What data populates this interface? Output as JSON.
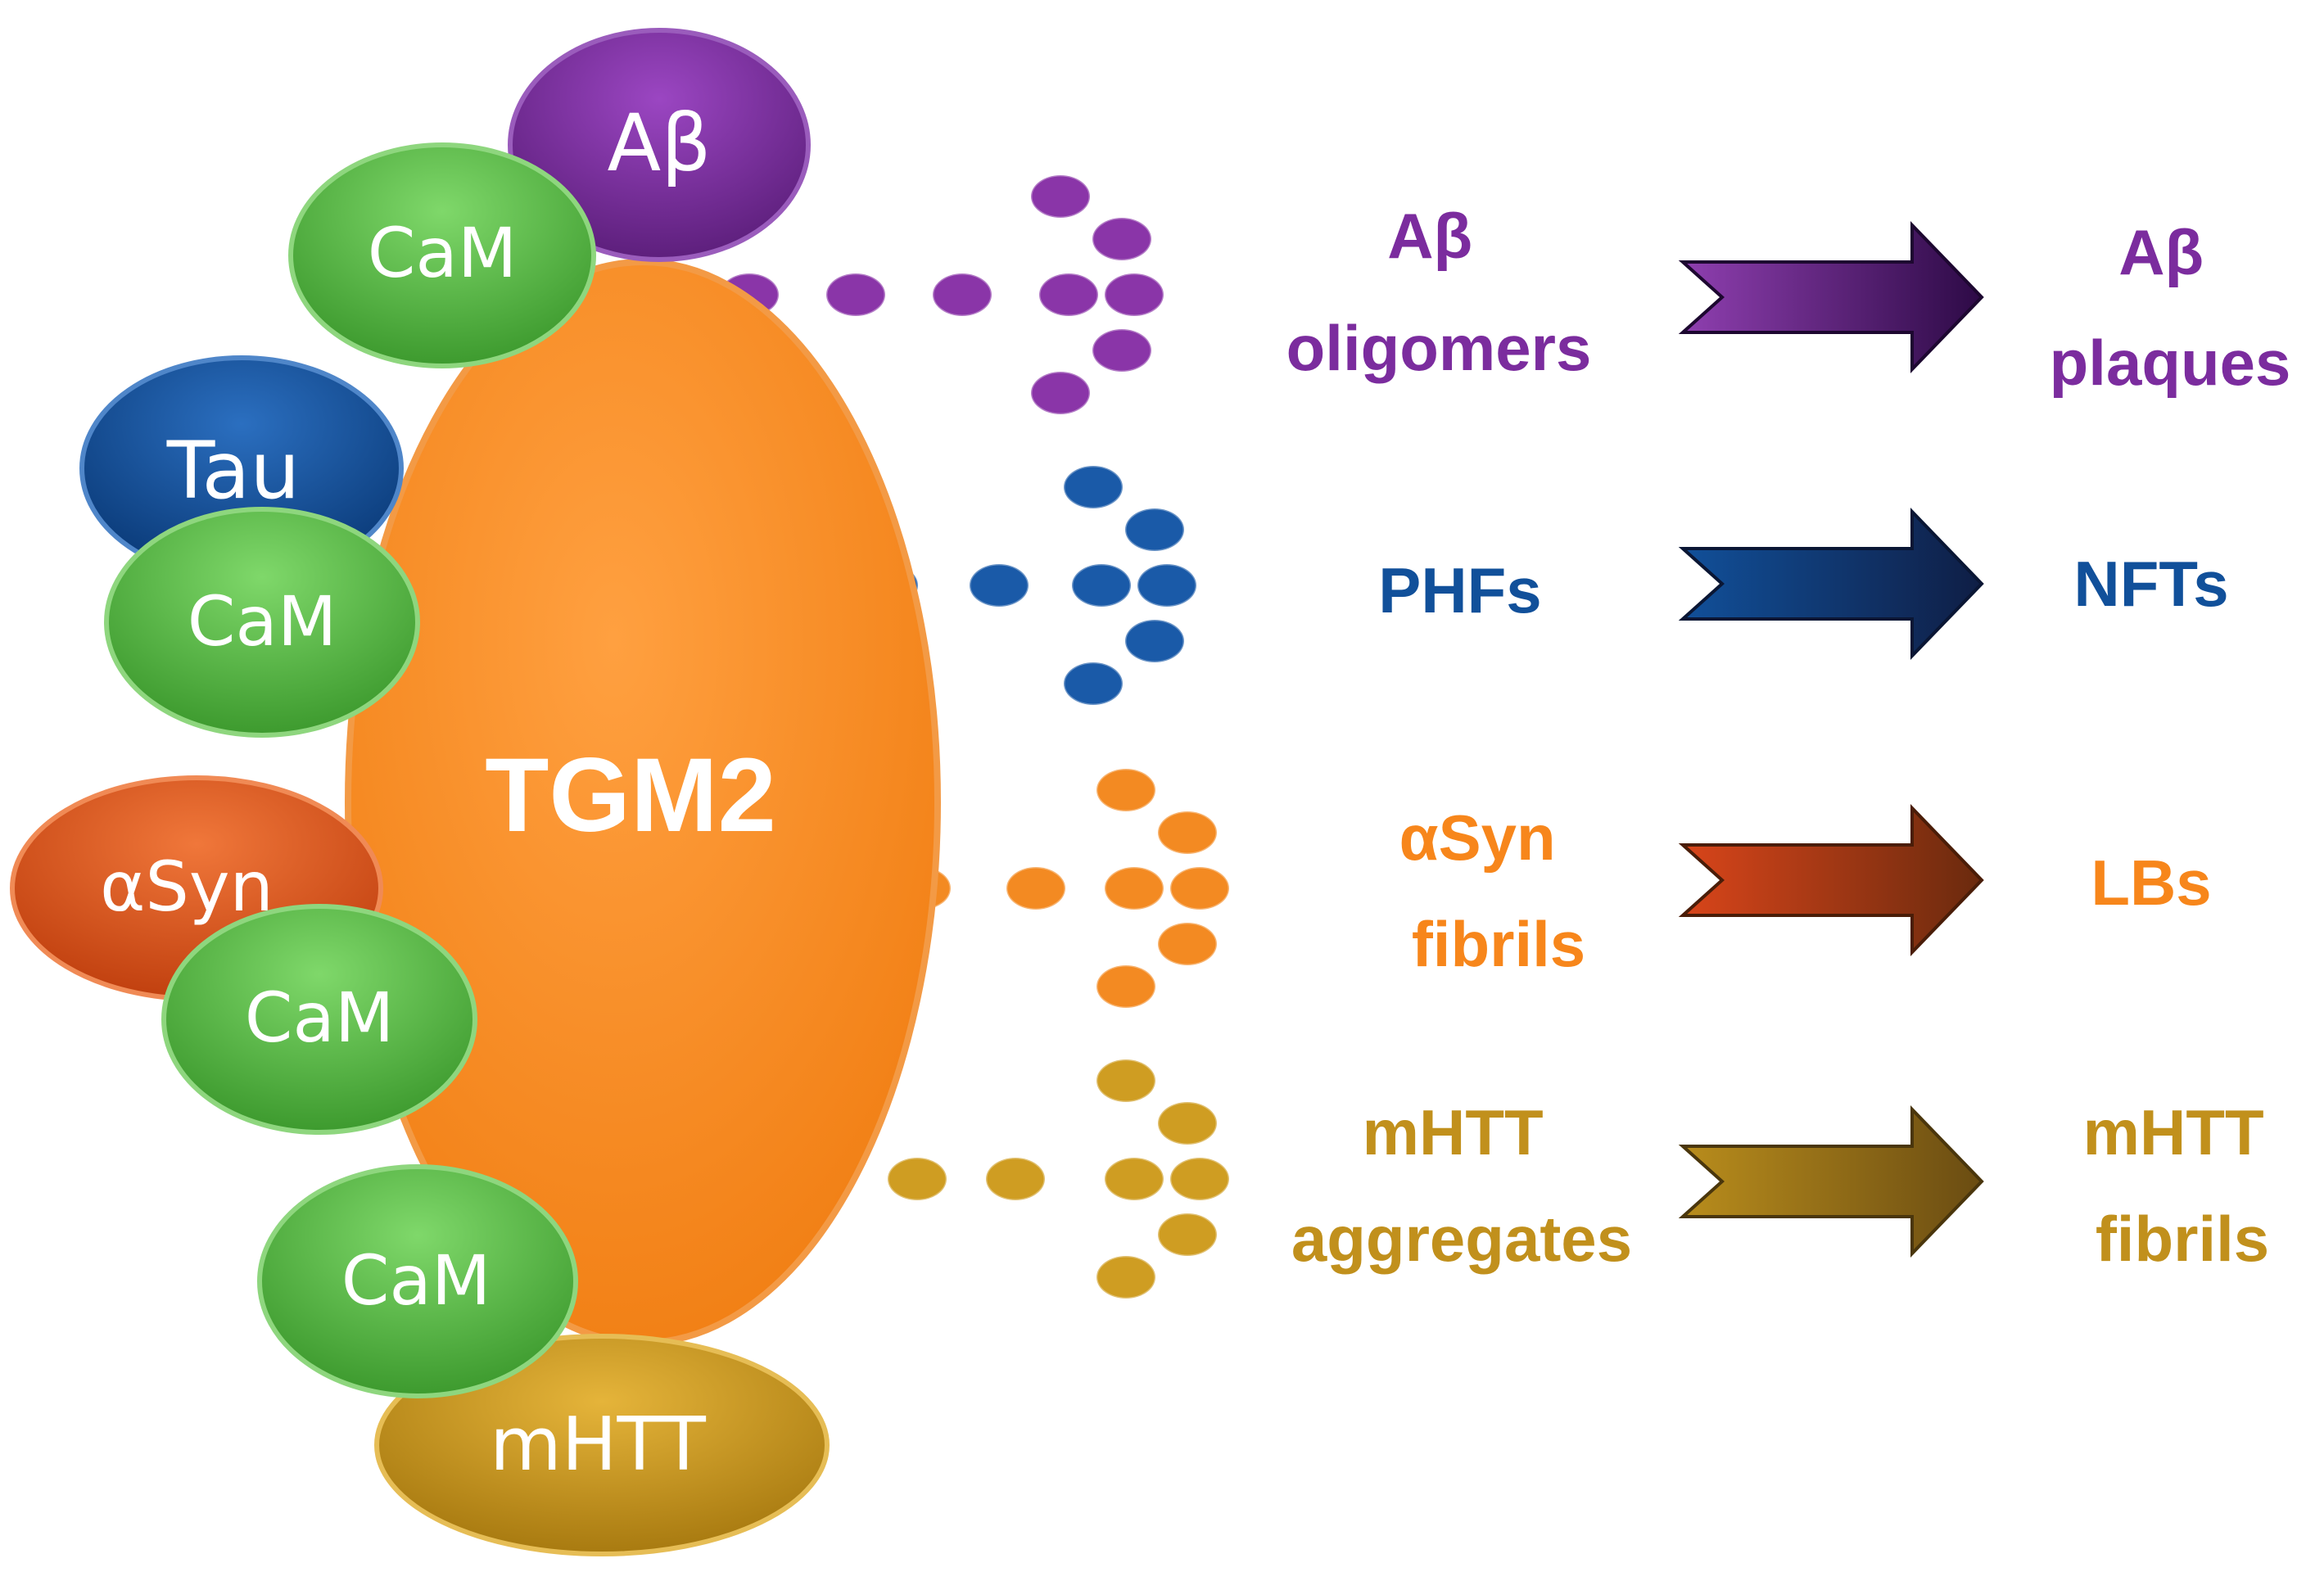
{
  "protein": {
    "label": "TGM2",
    "color": "#f7861b"
  },
  "binders": [
    {
      "label": "Aβ",
      "color": "#7b2c9e"
    },
    {
      "label": "CaM",
      "color": "#4fb23f"
    },
    {
      "label": "Tau",
      "color": "#11509a"
    },
    {
      "label": "CaM",
      "color": "#4fb23f"
    },
    {
      "label": "αSyn",
      "color": "#e1571f"
    },
    {
      "label": "CaM",
      "color": "#4fb23f"
    },
    {
      "label": "CaM",
      "color": "#4fb23f"
    },
    {
      "label": "mHTT",
      "color": "#c99a1c"
    }
  ],
  "rows": [
    {
      "color": "#7b2c9e",
      "dot_color": "#8a35a8",
      "intermediate": [
        "Aβ",
        "oligomers"
      ],
      "product": [
        "Aβ",
        "plaques"
      ],
      "arrow_from": "#8f3fb0",
      "arrow_to": "#2d0a46"
    },
    {
      "color": "#11509a",
      "dot_color": "#1a5aa8",
      "intermediate": [
        "PHFs"
      ],
      "product": [
        "NFTs"
      ],
      "arrow_from": "#11509a",
      "arrow_to": "#0f1e45"
    },
    {
      "color": "#f7861b",
      "dot_color": "#f38a22",
      "intermediate": [
        "αSyn",
        "fibrils"
      ],
      "product": [
        "LBs"
      ],
      "arrow_from": "#d9451a",
      "arrow_to": "#6a2a0e"
    },
    {
      "color": "#c1901c",
      "dot_color": "#cf9d22",
      "intermediate": [
        "mHTT",
        "aggregates"
      ],
      "product": [
        "mHTT",
        "fibrils"
      ],
      "arrow_from": "#b98d1c",
      "arrow_to": "#6a4c12"
    }
  ]
}
